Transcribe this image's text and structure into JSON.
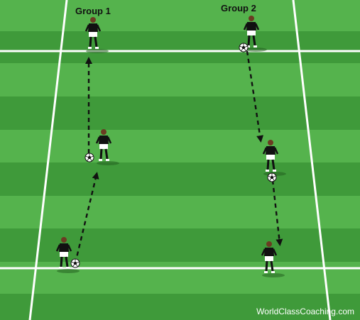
{
  "groups": [
    {
      "label": "Group 1"
    },
    {
      "label": "Group 2"
    }
  ],
  "watermark": "WorldClassCoaching.com",
  "colors": {
    "grass_dark": "#3f9a3a",
    "grass_light": "#55b34d",
    "field_lines": "#ffffff",
    "pass_arrow": "#111111",
    "player_shirt": "#111111",
    "player_shorts": "#ffffff"
  },
  "icons": [
    "player-icon",
    "soccer-ball-icon",
    "pass-arrow-icon"
  ]
}
